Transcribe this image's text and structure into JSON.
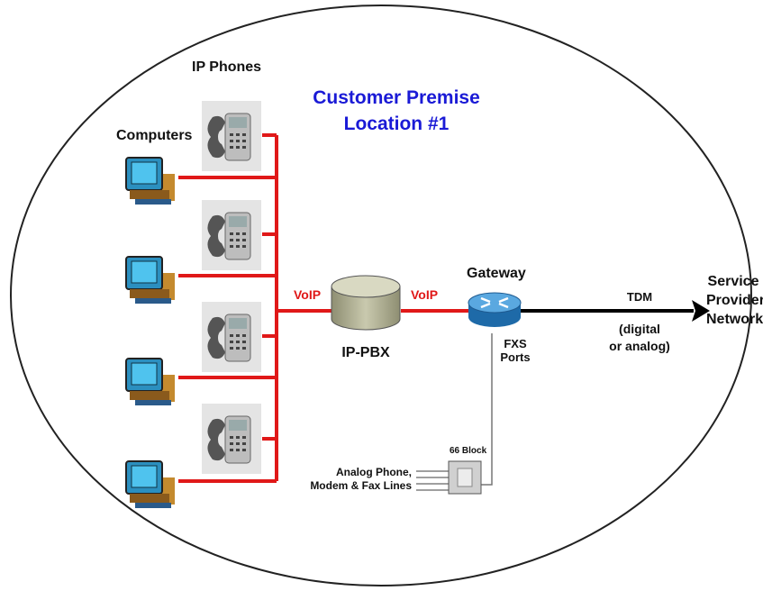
{
  "title": {
    "line1": "Customer Premise",
    "line2": "Location #1"
  },
  "labels": {
    "ip_phones": "IP Phones",
    "computers": "Computers",
    "ip_pbx": "IP-PBX",
    "gateway": "Gateway",
    "voip_left": "VoIP",
    "voip_right": "VoIP",
    "tdm": "TDM",
    "tdm_note_1": "(digital",
    "tdm_note_2": "or analog)",
    "fxs_1": "FXS",
    "fxs_2": "Ports",
    "block": "66 Block",
    "analog_1": "Analog Phone,",
    "analog_2": "Modem & Fax Lines",
    "service_1": "Service",
    "service_2": "Provider",
    "service_3": "Network"
  },
  "colors": {
    "title": "#1a1ad6",
    "voip_line": "#e01818",
    "circle": "#222222",
    "router": "#2f7fc4"
  },
  "icons": [
    "ip-phone-icon",
    "computer-icon",
    "pbx-server-icon",
    "router-icon",
    "block-icon"
  ]
}
